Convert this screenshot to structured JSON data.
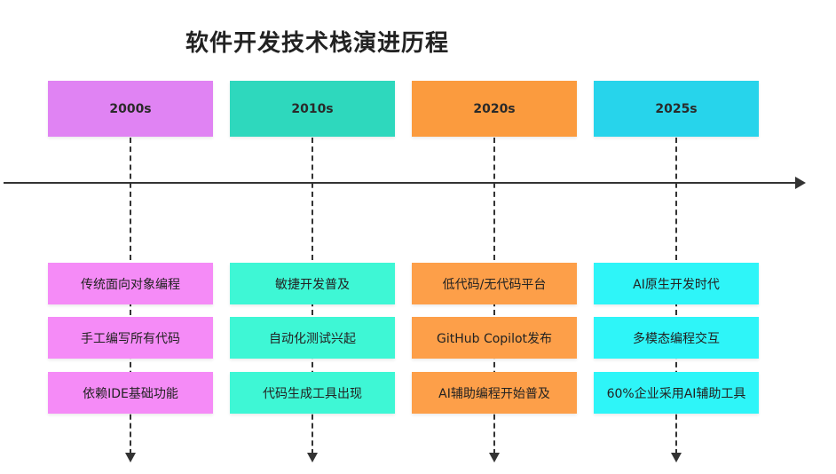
{
  "title": "软件开发技术栈演进历程",
  "eras": [
    {
      "label": "2000s",
      "events": [
        "传统面向对象编程",
        "手工编写所有代码",
        "依赖IDE基础功能"
      ]
    },
    {
      "label": "2010s",
      "events": [
        "敏捷开发普及",
        "自动化测试兴起",
        "代码生成工具出现"
      ]
    },
    {
      "label": "2020s",
      "events": [
        "低代码/无代码平台",
        "GitHub Copilot发布",
        "AI辅助编程开始普及"
      ]
    },
    {
      "label": "2025s",
      "events": [
        "AI原生开发时代",
        "多模态编程交互",
        "60%企业采用AI辅助工具"
      ]
    }
  ],
  "colors": {
    "era_2000s_header": "#e083f3",
    "era_2000s_cards": "#f58bf7",
    "era_2010s_header": "#2ed8bd",
    "era_2010s_cards": "#3ef7d5",
    "era_2020s_header": "#fb9b3e",
    "era_2020s_cards": "#fd9f49",
    "era_2025s_header": "#27d4eb",
    "era_2025s_cards": "#2ef5f8",
    "axis": "#333333"
  }
}
